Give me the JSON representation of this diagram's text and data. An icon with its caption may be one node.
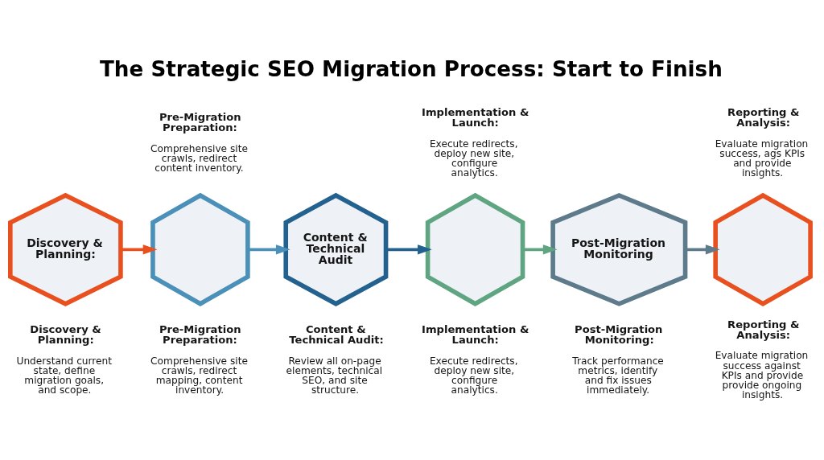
{
  "diagram": {
    "title": "The Strategic SEO Migration Process: Start to Finish",
    "nodes": [
      {
        "text": [
          "Discovery & Planning:"
        ],
        "beside": [
          "Discovery & Planning:",
          "Understand current state, define migration goals, and scope."
        ]
      },
      {
        "text": [],
        "shape": "hexagon",
        "beside": [
          "Pre-Migration Preparation:",
          "Comprehensive site crawls, redirect content inventory.",
          "Pre-Migration Preparation:",
          "Comprehensive site crawls, redirect mapping, content inventory."
        ]
      },
      {
        "text": [
          "Content & Technical Audit"
        ],
        "beside": [
          "Content & Technical Audit:",
          "Review all on-page elements, technical SEO, and site structure."
        ]
      },
      {
        "text": [],
        "shape": "hexagon",
        "beside": [
          "Implementation & Launch:",
          "Execute redirects, deploy new site, configure analytics.",
          "Implementation & Launch:",
          "Execute redirects, deploy new site, configure analytics."
        ]
      },
      {
        "text": [
          "Post-Migration Monitoring"
        ],
        "beside": [
          "Post-Migration Monitoring:",
          "Track performance metrics, identify and fix issues immediately."
        ]
      },
      {
        "text": [],
        "shape": "hexagon",
        "beside": [
          "Reporting & Analysis:",
          "Evaluate migration success, ags KPIs and provide insights.",
          "Reporting & Analysis:",
          "Evaluate migration success against KPIs and provide provide ongoing insights."
        ]
      }
    ],
    "edges": [
      {
        "from": 0,
        "to": 1,
        "arrow": "to",
        "color": "#e8511f"
      },
      {
        "from": 1,
        "to": 2,
        "arrow": "to",
        "color": "#4a90b8"
      },
      {
        "from": 2,
        "to": 3,
        "arrow": "to",
        "color": "#23618e"
      },
      {
        "from": 3,
        "to": 4,
        "arrow": "to",
        "color": "#5fa582"
      },
      {
        "from": 4,
        "to": 5,
        "arrow": "to",
        "color": "#5e7b8b"
      }
    ]
  }
}
